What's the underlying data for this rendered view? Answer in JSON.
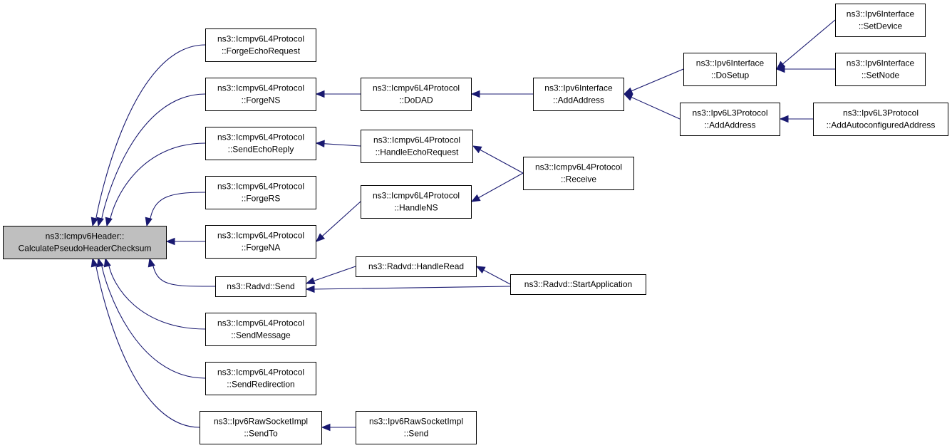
{
  "diagram": {
    "nodes": [
      {
        "id": "root",
        "label": [
          "ns3::Icmpv6Header::",
          "CalculatePseudoHeaderChecksum"
        ],
        "highlight": true
      },
      {
        "id": "forge_echo_request",
        "label": [
          "ns3::Icmpv6L4Protocol",
          "::ForgeEchoRequest"
        ]
      },
      {
        "id": "forge_ns",
        "label": [
          "ns3::Icmpv6L4Protocol",
          "::ForgeNS"
        ]
      },
      {
        "id": "send_echo_reply",
        "label": [
          "ns3::Icmpv6L4Protocol",
          "::SendEchoReply"
        ]
      },
      {
        "id": "forge_rs",
        "label": [
          "ns3::Icmpv6L4Protocol",
          "::ForgeRS"
        ]
      },
      {
        "id": "forge_na",
        "label": [
          "ns3::Icmpv6L4Protocol",
          "::ForgeNA"
        ]
      },
      {
        "id": "radvd_send",
        "label": [
          "ns3::Radvd::Send"
        ]
      },
      {
        "id": "send_message",
        "label": [
          "ns3::Icmpv6L4Protocol",
          "::SendMessage"
        ]
      },
      {
        "id": "send_redirection",
        "label": [
          "ns3::Icmpv6L4Protocol",
          "::SendRedirection"
        ]
      },
      {
        "id": "raw_send_to",
        "label": [
          "ns3::Ipv6RawSocketImpl",
          "::SendTo"
        ]
      },
      {
        "id": "do_dad",
        "label": [
          "ns3::Icmpv6L4Protocol",
          "::DoDAD"
        ]
      },
      {
        "id": "handle_echo_request",
        "label": [
          "ns3::Icmpv6L4Protocol",
          "::HandleEchoRequest"
        ]
      },
      {
        "id": "handle_ns",
        "label": [
          "ns3::Icmpv6L4Protocol",
          "::HandleNS"
        ]
      },
      {
        "id": "radvd_handle_read",
        "label": [
          "ns3::Radvd::HandleRead"
        ]
      },
      {
        "id": "raw_send",
        "label": [
          "ns3::Ipv6RawSocketImpl",
          "::Send"
        ]
      },
      {
        "id": "iface_add_address",
        "label": [
          "ns3::Ipv6Interface",
          "::AddAddress"
        ]
      },
      {
        "id": "receive",
        "label": [
          "ns3::Icmpv6L4Protocol",
          "::Receive"
        ]
      },
      {
        "id": "start_application",
        "label": [
          "ns3::Radvd::StartApplication"
        ]
      },
      {
        "id": "do_setup",
        "label": [
          "ns3::Ipv6Interface",
          "::DoSetup"
        ]
      },
      {
        "id": "l3_add_address",
        "label": [
          "ns3::Ipv6L3Protocol",
          "::AddAddress"
        ]
      },
      {
        "id": "set_device",
        "label": [
          "ns3::Ipv6Interface",
          "::SetDevice"
        ]
      },
      {
        "id": "set_node",
        "label": [
          "ns3::Ipv6Interface",
          "::SetNode"
        ]
      },
      {
        "id": "add_autoconfigured",
        "label": [
          "ns3::Ipv6L3Protocol",
          "::AddAutoconfiguredAddress"
        ]
      }
    ],
    "edges": [
      {
        "from": "forge_echo_request",
        "to": "root"
      },
      {
        "from": "forge_ns",
        "to": "root"
      },
      {
        "from": "send_echo_reply",
        "to": "root"
      },
      {
        "from": "forge_rs",
        "to": "root"
      },
      {
        "from": "forge_na",
        "to": "root"
      },
      {
        "from": "radvd_send",
        "to": "root"
      },
      {
        "from": "send_message",
        "to": "root"
      },
      {
        "from": "send_redirection",
        "to": "root"
      },
      {
        "from": "raw_send_to",
        "to": "root"
      },
      {
        "from": "do_dad",
        "to": "forge_ns"
      },
      {
        "from": "handle_echo_request",
        "to": "send_echo_reply"
      },
      {
        "from": "handle_ns",
        "to": "forge_na"
      },
      {
        "from": "radvd_handle_read",
        "to": "radvd_send"
      },
      {
        "from": "start_application",
        "to": "radvd_send"
      },
      {
        "from": "raw_send",
        "to": "raw_send_to"
      },
      {
        "from": "iface_add_address",
        "to": "do_dad"
      },
      {
        "from": "receive",
        "to": "handle_echo_request"
      },
      {
        "from": "receive",
        "to": "handle_ns"
      },
      {
        "from": "start_application",
        "to": "radvd_handle_read"
      },
      {
        "from": "do_setup",
        "to": "iface_add_address"
      },
      {
        "from": "l3_add_address",
        "to": "iface_add_address"
      },
      {
        "from": "set_device",
        "to": "do_setup"
      },
      {
        "from": "set_node",
        "to": "do_setup"
      },
      {
        "from": "add_autoconfigured",
        "to": "l3_add_address"
      }
    ],
    "colors": {
      "edge": "#191970",
      "node_border": "#000000",
      "node_fill": "#ffffff",
      "root_fill": "#bfbfbf"
    }
  }
}
